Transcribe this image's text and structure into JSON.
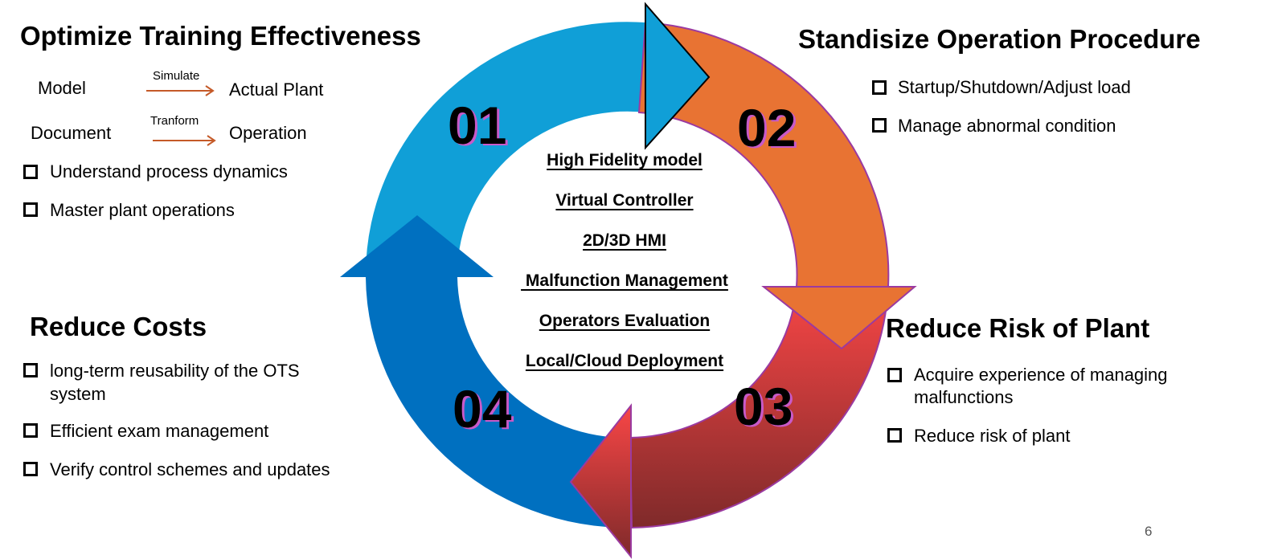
{
  "cycle": {
    "steps": [
      "01",
      "02",
      "03",
      "04"
    ],
    "center_items": [
      "High Fidelity model",
      "Virtual Controller",
      "2D/3D HMI",
      " Malfunction Management",
      "Operators Evaluation",
      "Local/Cloud Deployment"
    ],
    "colors": {
      "step1": "#109FD7",
      "step2": "#E87333",
      "step3_top": "#F84646",
      "step3_bottom": "#7F2A2A",
      "step4": "#0070C0",
      "outline": "#9B3AA0"
    }
  },
  "optimize": {
    "title": "Optimize Training Effectiveness",
    "row1": {
      "from": "Model",
      "verb": "Simulate",
      "to": "Actual Plant"
    },
    "row2": {
      "from": "Document",
      "verb": "Tranform",
      "to": "Operation"
    },
    "bullets": [
      "Understand process dynamics",
      "Master plant operations"
    ]
  },
  "standardize": {
    "title": "Standisize Operation Procedure",
    "bullets": [
      "Startup/Shutdown/Adjust load",
      "Manage abnormal condition"
    ]
  },
  "risk": {
    "title": "Reduce Risk of Plant",
    "bullets": [
      "Acquire experience of managing",
      "malfunctions",
      "Reduce risk of plant"
    ]
  },
  "costs": {
    "title": "Reduce Costs",
    "bullets": [
      "long-term reusability of the OTS",
      "system",
      "Efficient exam management",
      "Verify control schemes and updates"
    ]
  },
  "page_number": "6"
}
